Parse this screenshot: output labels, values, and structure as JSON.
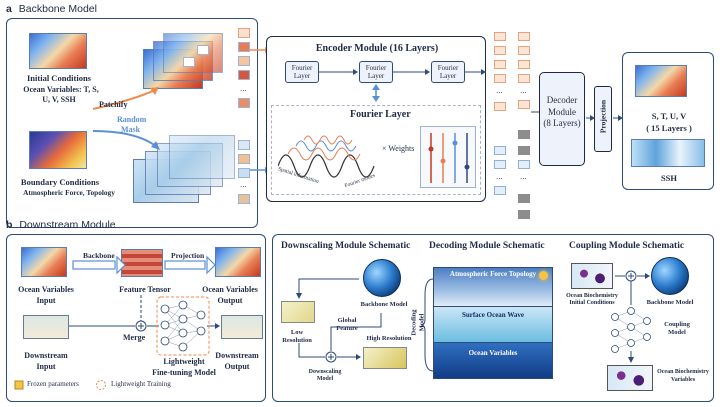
{
  "section_a": {
    "letter": "a",
    "title": "Backbone Model"
  },
  "section_b": {
    "letter": "b",
    "title": "Downstream Module"
  },
  "backbone": {
    "initial_title": "Initial Conditions",
    "initial_sub": "Ocean Variables: T, S,",
    "initial_sub2": "U, V, SSH",
    "boundary_title": "Boundary Conditions",
    "boundary_sub": "Atmospheric Force, Topology",
    "patchify": "Patchify",
    "random_mask": "Random",
    "random_mask2": "Mask",
    "ellipsis": "...",
    "encoder_title": "Encoder Module (16 Layers)",
    "fourier_layer_box": "Fourier",
    "fourier_layer_box2": "Layer",
    "fourier_layer_title": "Fourier Layer",
    "spatial_info": "Spatial information",
    "fourier_modes": "Fourier modes",
    "weights": "× Weights",
    "decoder_line1": "Decoder",
    "decoder_line2": "Module",
    "decoder_line3": "(8 Layers)",
    "projection": "Projection",
    "output_vars": "S, T, U, V",
    "output_layers": "( 15 Layers )",
    "output_ssh": "SSH"
  },
  "downstream": {
    "backbone_arrow": "Backbone",
    "projection_arrow": "Projection",
    "ocean_input_1": "Ocean Variables",
    "ocean_input_2": "Input",
    "feature_tensor": "Feature Tensor",
    "ocean_output_1": "Ocean Variables",
    "ocean_output_2": "Output",
    "merge": "Merge",
    "ds_input_1": "Downstream",
    "ds_input_2": "Input",
    "ds_output_1": "Downstream",
    "ds_output_2": "Output",
    "lightweight_1": "Lightweight",
    "lightweight_2": "Fine-tuning Model",
    "legend_frozen": "Frozen parameters",
    "legend_light": "Lightweight Training",
    "downscaling_title": "Downscaling Module Schematic",
    "backbone_model": "Backbone Model",
    "low_res_1": "Low",
    "low_res_2": "Resolution",
    "global_feature_1": "Global",
    "global_feature_2": "Feature",
    "high_res": "High Resolution",
    "downscaling_model_1": "Downscaling",
    "downscaling_model_2": "Model",
    "decoding_title": "Decoding Module Schematic",
    "decoding_model_1": "Decoding",
    "decoding_model_2": "Model",
    "atm_force": "Atmospheric Force Topology",
    "surface_wave": "Surface Ocean Wave",
    "ocean_vars": "Ocean Variables",
    "coupling_title": "Coupling Module Schematic",
    "ocean_bio_ic_1": "Ocean Biochemistry",
    "ocean_bio_ic_2": "Initial Conditions",
    "backbone_model2": "Backbone Model",
    "coupling_model_1": "Coupling",
    "coupling_model_2": "Model",
    "ocean_bio_vars_1": "Ocean Biochemistry",
    "ocean_bio_vars_2": "Variables"
  },
  "colors": {
    "navy": "#2e4a7a",
    "orange": "#f08a4b",
    "blue": "#5b8fd6",
    "accent": "#1f2a44"
  }
}
